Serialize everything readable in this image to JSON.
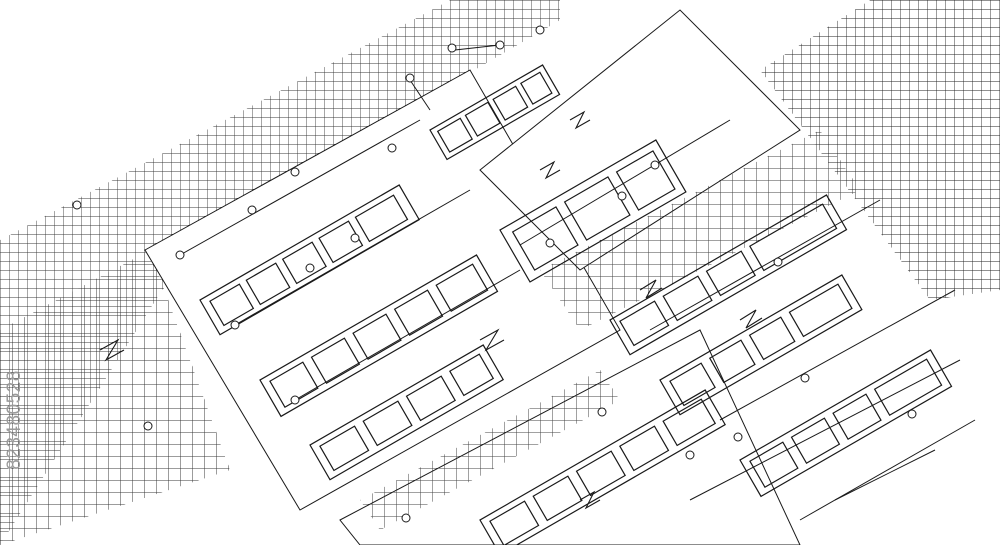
{
  "image": {
    "stock_id": "823480528",
    "watermark_text": "",
    "colors": {
      "ink": "#1a1a1a",
      "paper": "#ffffff",
      "grid": "#222222"
    }
  },
  "sheets": [
    {
      "name": "sheet-left-grid",
      "kind": "grid"
    },
    {
      "name": "sheet-main-plan",
      "kind": "plan"
    },
    {
      "name": "sheet-top-plan",
      "kind": "plan"
    },
    {
      "name": "sheet-right-grid",
      "kind": "grid"
    },
    {
      "name": "sheet-center-plan",
      "kind": "plan"
    },
    {
      "name": "sheet-lower-plan",
      "kind": "plan"
    }
  ]
}
